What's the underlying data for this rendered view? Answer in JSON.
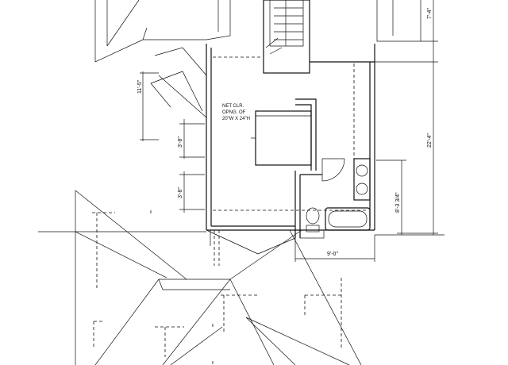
{
  "dimensions": {
    "stair_height": "11'-5\"",
    "window_1": "3'-8\"",
    "window_2": "3'-8\"",
    "top_right": "7'-4\"",
    "overall_right": "22'-4\"",
    "bath_depth": "8'-3 3/4\"",
    "bath_width": "9'-0\""
  },
  "notes": {
    "egress_line1": "NET CLR.",
    "egress_line2": "OPNG. OF",
    "egress_line3": "20\"W X 24\"H"
  }
}
